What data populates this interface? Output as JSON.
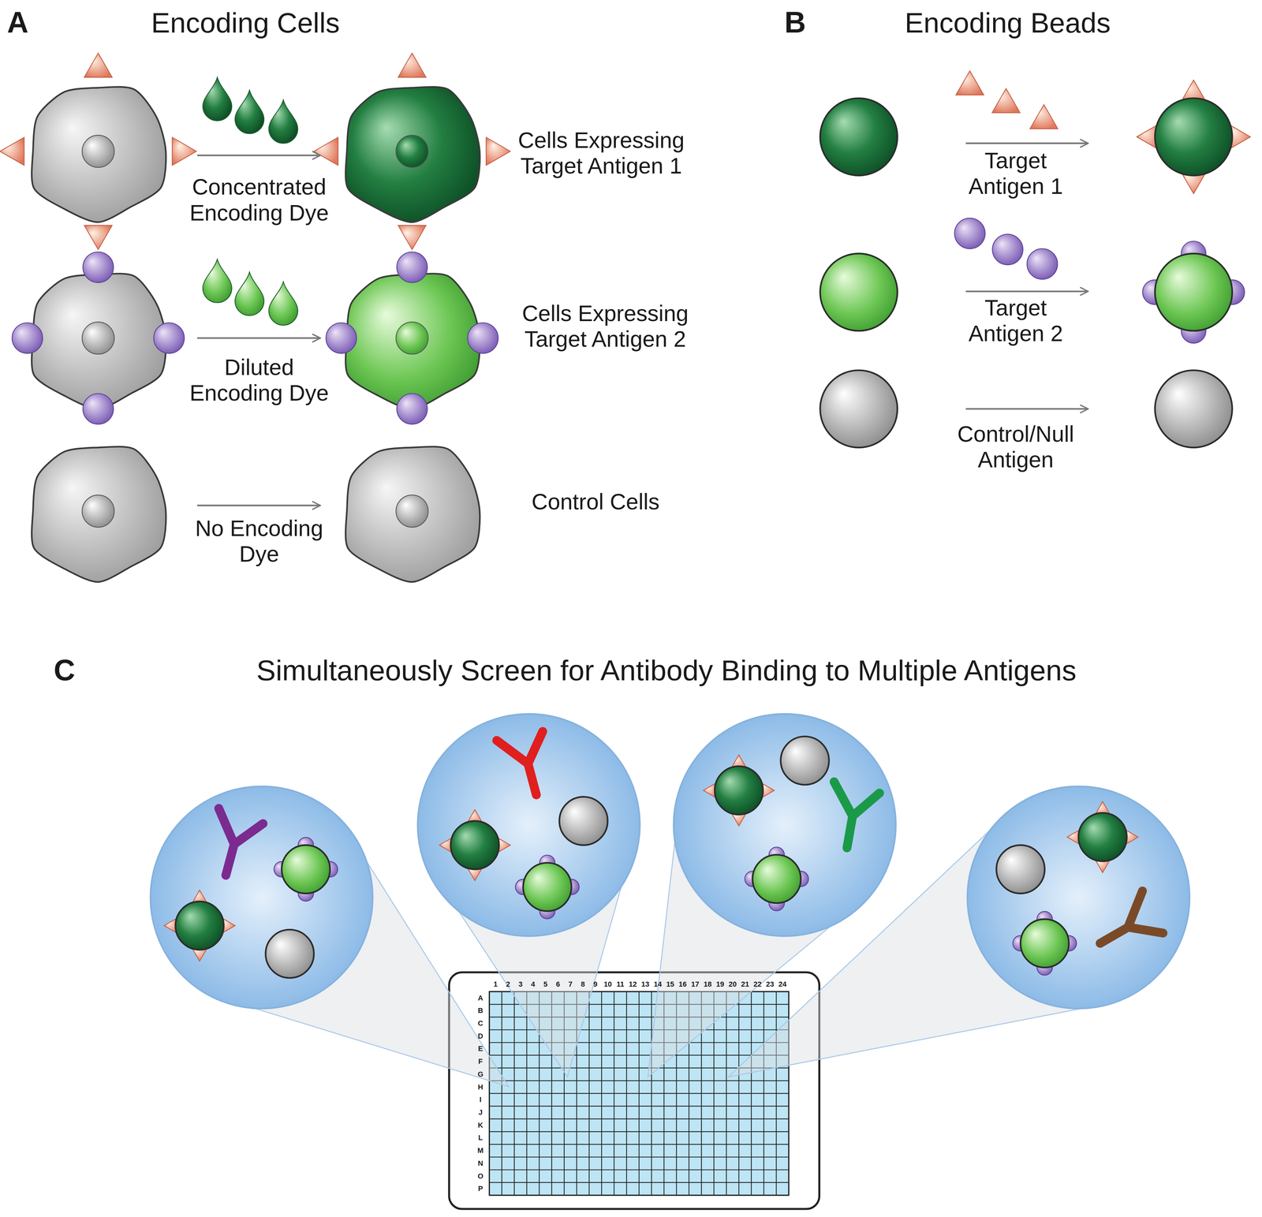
{
  "diagram": {
    "labels": [
      "A",
      "Encoding Cells",
      "Concentrated Encoding Dye",
      "Cells Expressing Target Antigen 1",
      "Diluted Encoding Dye",
      "Cells Expressing Target Antigen 2",
      "No Encoding Dye",
      "Control Cells",
      "B",
      "Encoding Beads",
      "Target Antigen 1",
      "Target Antigen 2",
      "Control/Null Antigen",
      "C",
      "Simultaneously Screen for Antibody Binding to Multiple Antigens",
      "1",
      "2",
      "3",
      "4",
      "5",
      "6",
      "7",
      "8",
      "9",
      "10",
      "11",
      "12",
      "13",
      "14",
      "15",
      "16",
      "17",
      "18",
      "19",
      "20",
      "21",
      "22",
      "23",
      "24",
      "A",
      "B",
      "C",
      "D",
      "E",
      "F",
      "G",
      "H",
      "I",
      "J",
      "K",
      "L",
      "M",
      "N",
      "O",
      "P"
    ]
  }
}
